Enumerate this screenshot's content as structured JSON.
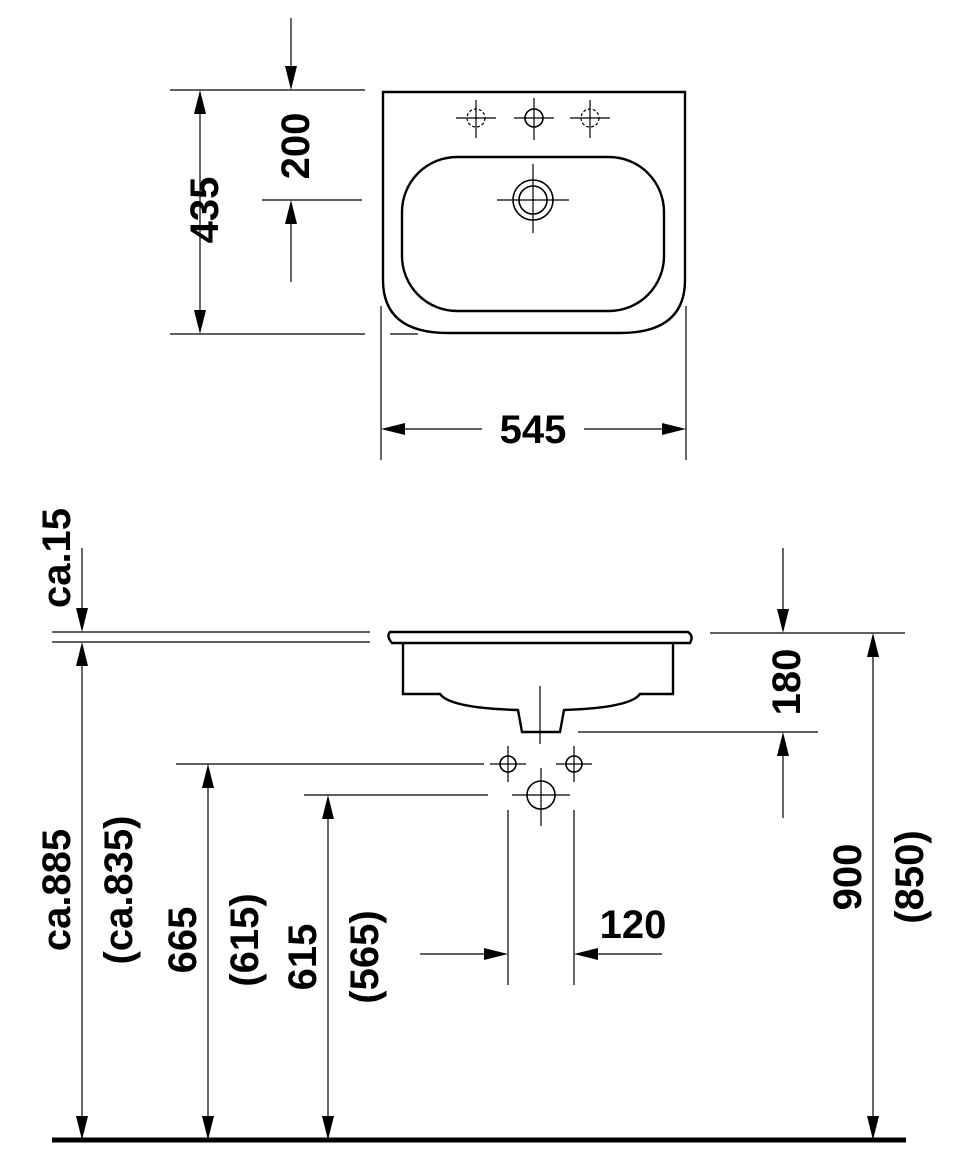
{
  "top_view": {
    "depth": "435",
    "tap_offset": "200",
    "width": "545"
  },
  "side_view": {
    "rim": "ca.15",
    "bowl_depth": "180",
    "floor_height": "ca.885",
    "floor_height_alt": "(ca.835)",
    "tap_height": "665",
    "tap_height_alt": "(615)",
    "waste_height": "615",
    "waste_height_alt": "(565)",
    "spacing": "120",
    "total_height": "900",
    "total_height_alt": "(850)"
  },
  "colors": {
    "line": "#000000",
    "background": "#ffffff"
  }
}
